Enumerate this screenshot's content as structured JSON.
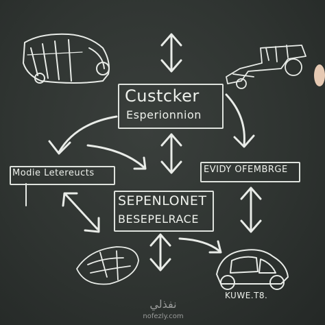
{
  "scene": {
    "type": "chalkboard-diagram",
    "colors": {
      "board": "#2f3431",
      "chalk": "#e9ece8"
    }
  },
  "labels": {
    "top_line1": "Custcker",
    "top_line2": "Esperionnion",
    "left": "Modie Letereucts",
    "right": "EVIDY OFEMBRGE",
    "center_line1": "SEPENLONET",
    "center_line2": "BESEPELRACE",
    "car_caption": "KUWE.T8."
  },
  "watermark": {
    "arabic": "نفذلي",
    "url": "nofezly.com"
  }
}
